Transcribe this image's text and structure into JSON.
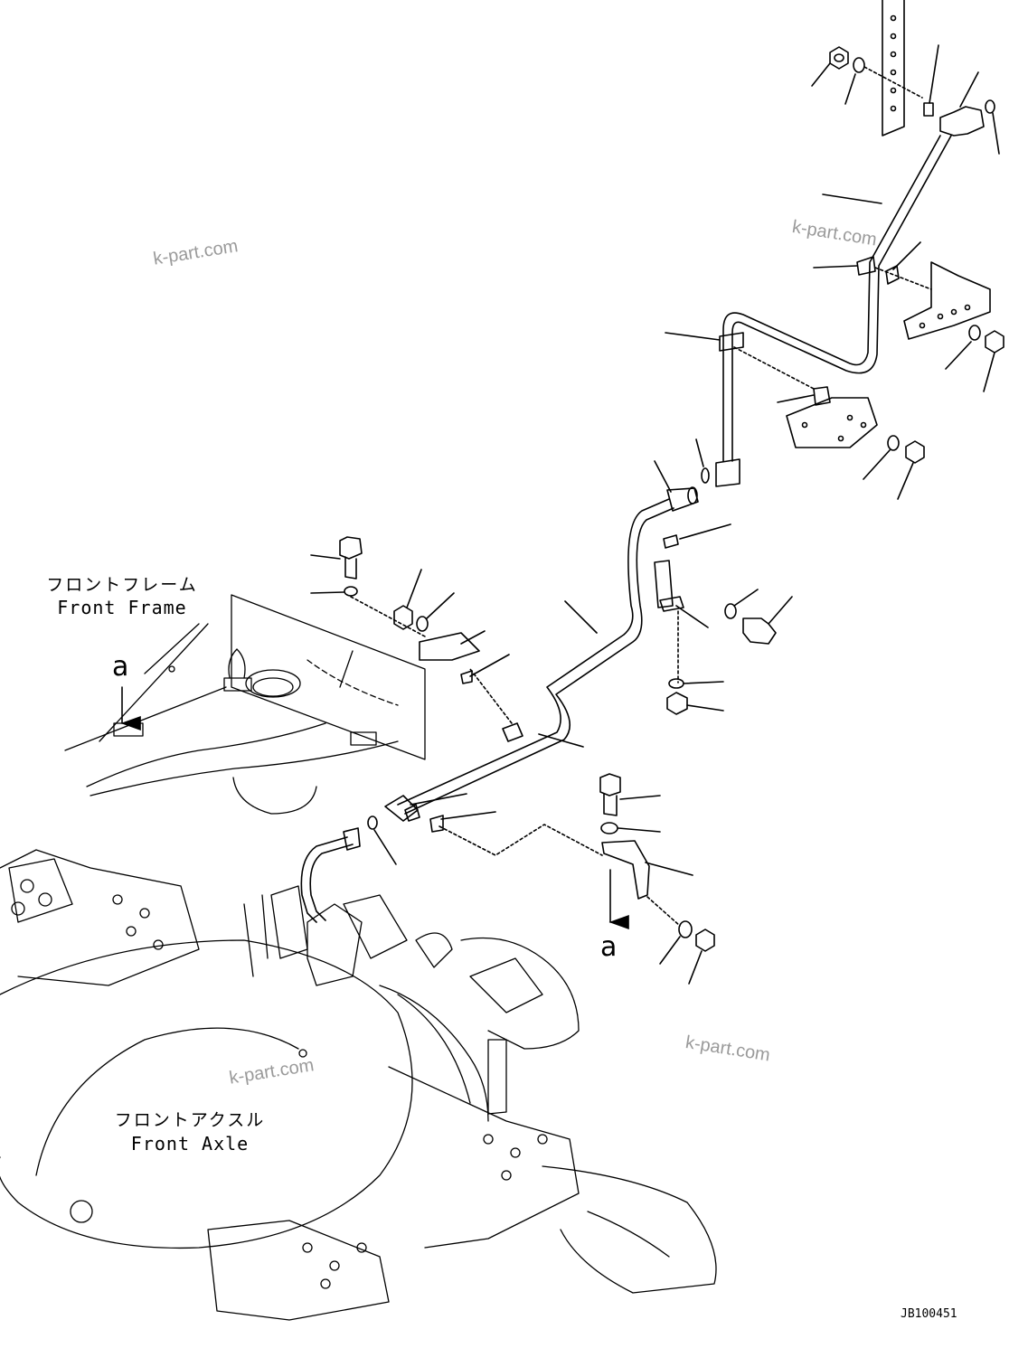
{
  "labels": {
    "front_frame_jp": "フロントフレーム",
    "front_frame_en": "Front Frame",
    "front_axle_jp": "フロントアクスル",
    "front_axle_en": "Front Axle",
    "view_marker_top": "a",
    "view_marker_bottom": "a"
  },
  "watermark": "k-part.com",
  "drawing_code": "JB100451",
  "colors": {
    "line": "#000000",
    "watermark": "#9a9a9a",
    "background": "#ffffff"
  }
}
